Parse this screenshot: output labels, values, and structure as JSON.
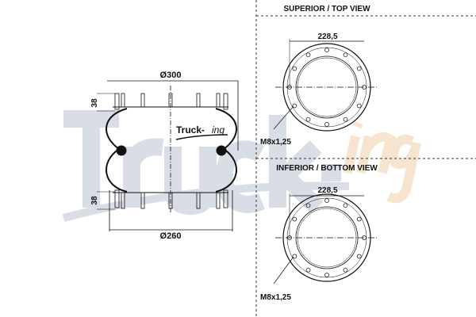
{
  "watermark": {
    "brand_main": "Truck-",
    "brand_suffix": "ing",
    "color_main": "#d9dde5",
    "color_suffix": "#f6e4cf"
  },
  "logo": {
    "main": "Truck-",
    "suffix": "ing"
  },
  "side_view": {
    "diameter_top": "Ø300",
    "diameter_bottom": "Ø260",
    "height_top": "38",
    "height_bottom": "38"
  },
  "top_view": {
    "title": "SUPERIOR / TOP VIEW",
    "bolt_circle": "228,5",
    "thread": "M8x1,25"
  },
  "bottom_view": {
    "title": "INFERIOR / BOTTOM VIEW",
    "bolt_circle": "228,5",
    "thread": "M8x1,25"
  }
}
